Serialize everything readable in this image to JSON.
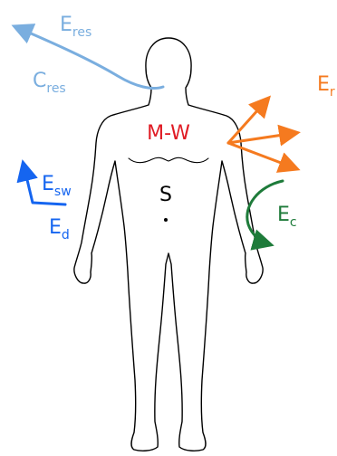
{
  "labels": {
    "e_res": {
      "main": "E",
      "sub": "res"
    },
    "c_res": {
      "main": "C",
      "sub": "res"
    },
    "e_r": {
      "main": "E",
      "sub": "r"
    },
    "e_sw": {
      "main": "E",
      "sub": "sw"
    },
    "e_d": {
      "main": "E",
      "sub": "d"
    },
    "e_c": {
      "main": "E",
      "sub": "c"
    },
    "m_w": "M-W",
    "s": "S"
  },
  "colors": {
    "respiration": "#7aaedf",
    "radiation": "#f57a1f",
    "sweat": "#1565f0",
    "convection": "#1e7b3a",
    "metabolism": "#e01b24",
    "outline": "#000000",
    "storage": "#000000"
  }
}
